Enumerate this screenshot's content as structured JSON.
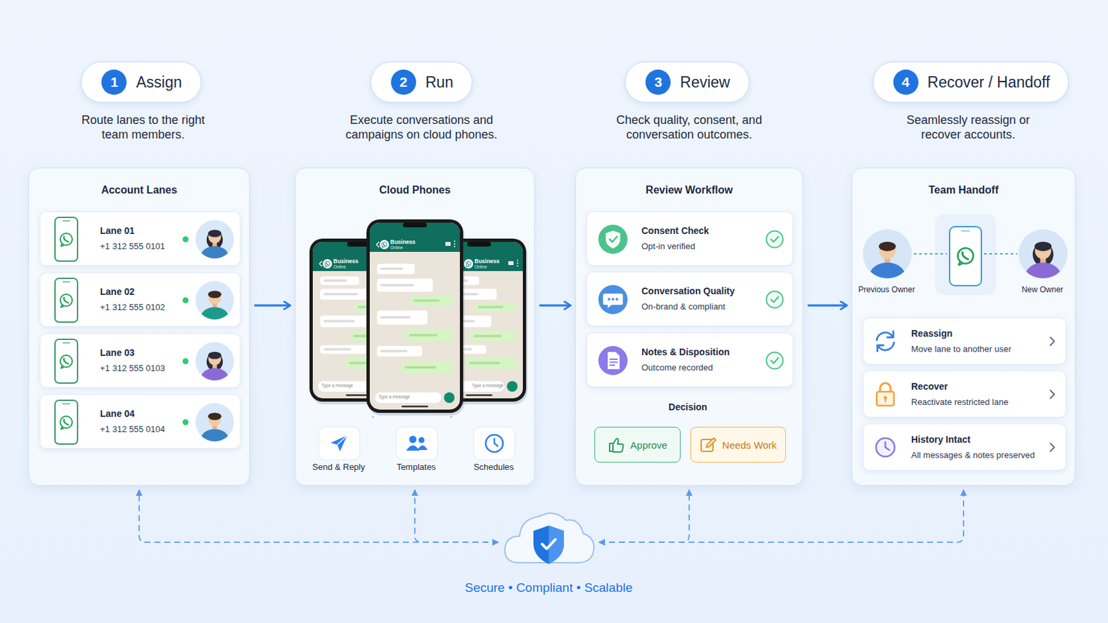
{
  "diagram": {
    "nodes": [
      {
        "text": [
          "1",
          "Assign"
        ]
      },
      {
        "text": [
          "2",
          "Run"
        ]
      },
      {
        "text": [
          "3",
          "Review"
        ]
      },
      {
        "text": [
          "4",
          "Recover / Handoff"
        ]
      },
      {
        "text": [
          "Account Lanes"
        ]
      },
      {
        "text": [
          "Lane 01",
          "+1 312 555 0101"
        ],
        "in": 4
      },
      {
        "text": [
          "Lane 02",
          "+1 312 555 0102"
        ],
        "in": 4
      },
      {
        "text": [
          "Lane 03",
          "+1 312 555 0103"
        ],
        "in": 4
      },
      {
        "text": [
          "Lane 04",
          "+1 312 555 0104"
        ],
        "in": 4
      },
      {
        "text": [
          "Cloud Phones"
        ]
      },
      {
        "text": [
          "Review Workflow"
        ]
      },
      {
        "text": [
          "Consent Check",
          "Opt-in verified"
        ],
        "in": 10
      },
      {
        "text": [
          "Conversation Quality",
          "On-brand & compliant"
        ],
        "in": 10
      },
      {
        "text": [
          "Notes & Disposition",
          "Outcome recorded"
        ],
        "in": 10
      },
      {
        "text": [
          "Approve"
        ],
        "in": 10
      },
      {
        "text": [
          "Needs Work"
        ],
        "in": 10
      },
      {
        "text": [
          "Team Handoff"
        ]
      },
      {
        "text": [
          "Reassign",
          "Move lane to another user"
        ],
        "in": 16
      },
      {
        "text": [
          "Recover",
          "Reactivate restricted lane"
        ],
        "in": 16
      },
      {
        "text": [
          "History Intact",
          "All messages & notes preserved"
        ],
        "in": 16
      },
      {
        "text": [
          "Secure • Compliant • Scalable"
        ]
      }
    ],
    "edges": [
      {
        "from": 4,
        "to": 9,
        "arrow": "to"
      },
      {
        "from": 9,
        "to": 10,
        "arrow": "to"
      },
      {
        "from": 10,
        "to": 16,
        "arrow": "to"
      },
      {
        "from": 20,
        "to": 4,
        "arrow": "both"
      },
      {
        "from": 20,
        "to": 9,
        "arrow": "both"
      },
      {
        "from": 20,
        "to": 10,
        "arrow": "both"
      },
      {
        "from": 20,
        "to": 16,
        "arrow": "both"
      }
    ],
    "labels": [
      "Route lanes to the right team members.",
      "Execute conversations and campaigns on cloud phones.",
      "Check quality, consent, and conversation outcomes.",
      "Seamlessly reassign or recover accounts.",
      "Business",
      "Online",
      "Type a message",
      "Business",
      "Online",
      "Type a message",
      "Business",
      "Online",
      "Type a message",
      "Send & Reply",
      "Templates",
      "Schedules",
      "Decision",
      "Previous Owner",
      "New Owner"
    ]
  }
}
